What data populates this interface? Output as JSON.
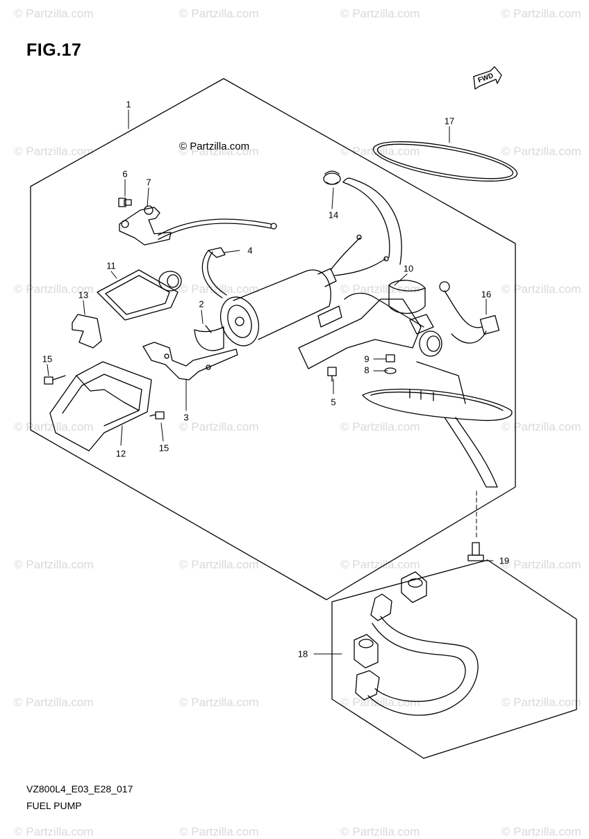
{
  "figure": {
    "title": "FIG.17",
    "credit": "© Partzilla.com",
    "model_code": "VZ800L4_E03_E28_017",
    "name": "FUEL PUMP",
    "direction_tag": "FWD"
  },
  "watermark": {
    "text": "© Partzilla.com",
    "color": "#d9d9d9"
  },
  "callouts": [
    "1",
    "2",
    "3",
    "4",
    "5",
    "6",
    "7",
    "8",
    "9",
    "10",
    "11",
    "12",
    "13",
    "14",
    "15",
    "15",
    "16",
    "17",
    "18",
    "19"
  ],
  "colors": {
    "line": "#000000",
    "background": "#ffffff"
  }
}
